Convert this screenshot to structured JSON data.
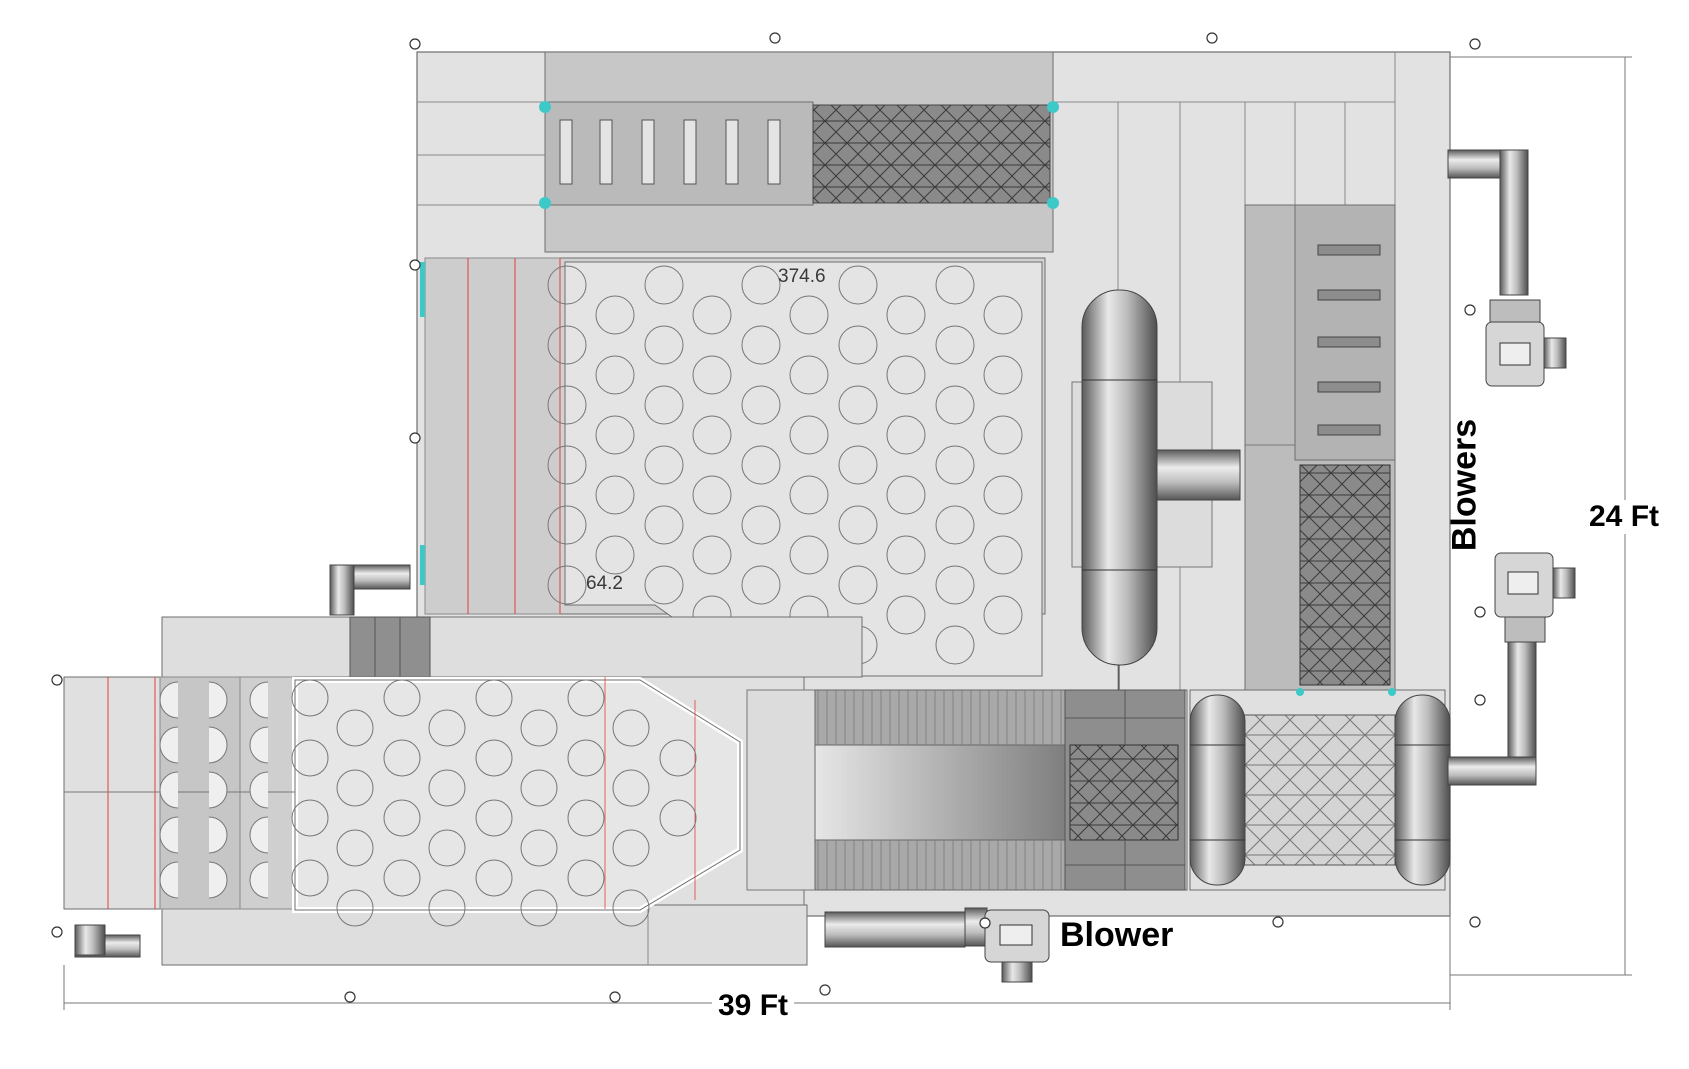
{
  "labels": {
    "width_dimension": "39 Ft",
    "height_dimension": "24 Ft",
    "blowers": "Blowers",
    "blower": "Blower",
    "measure_top": "374.6",
    "measure_left": "64.2"
  },
  "colors": {
    "panel": "#dcdcdc",
    "panel_dark": "#c4c4c4",
    "panel_darker": "#9a9a9a",
    "outline": "#6e6e6e",
    "accent_red": "#e0403a",
    "accent_cyan": "#3ec9c9"
  }
}
